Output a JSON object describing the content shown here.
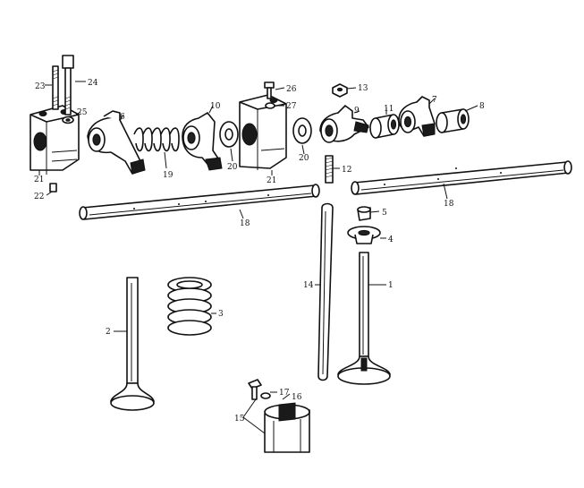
{
  "labels": {
    "l1": "1",
    "l2": "2",
    "l3": "3",
    "l4": "4",
    "l5": "5",
    "l6": "6",
    "l7": "7",
    "l8": "8",
    "l9": "9",
    "l10": "10",
    "l11": "11",
    "l12": "12",
    "l13": "13",
    "l14": "14",
    "l15": "15",
    "l16": "16",
    "l17": "17",
    "l18a": "18",
    "l18b": "18",
    "l19": "19",
    "l20a": "20",
    "l20b": "20",
    "l21a": "21",
    "l21b": "21",
    "l22": "22",
    "l23": "23",
    "l24": "24",
    "l25": "25",
    "l26": "26",
    "l27": "27"
  }
}
